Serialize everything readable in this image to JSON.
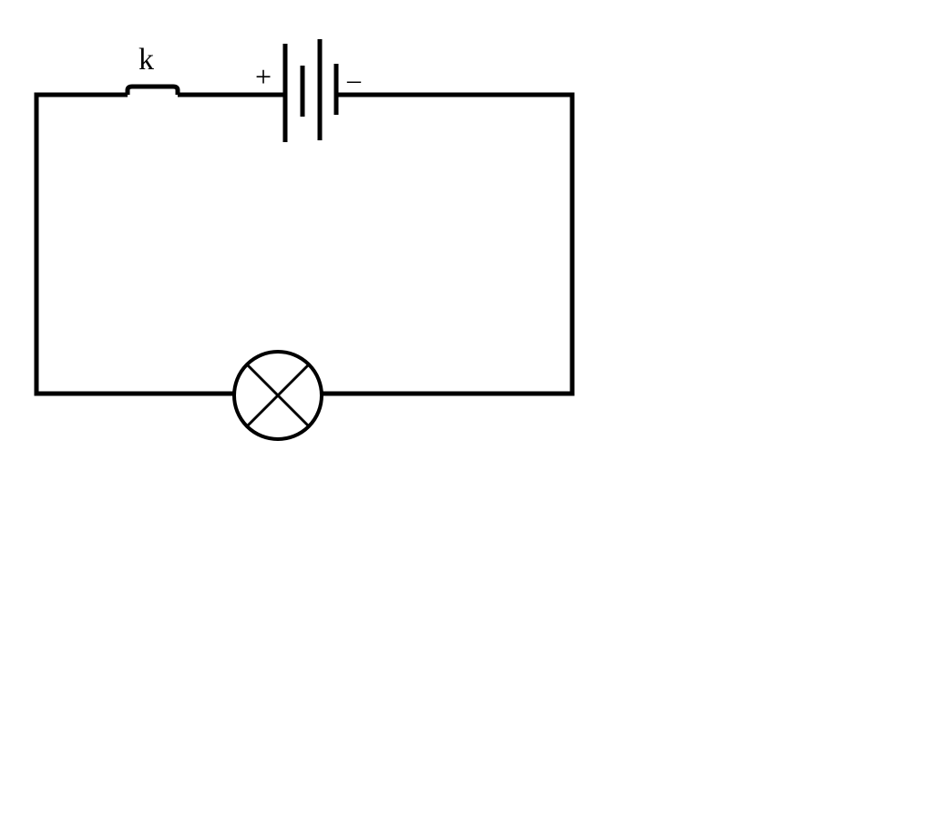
{
  "diagram": {
    "type": "circuit-diagram",
    "components": [
      {
        "kind": "switch",
        "label": "k"
      },
      {
        "kind": "battery",
        "positive_label": "+",
        "negative_label": "–"
      },
      {
        "kind": "lamp"
      }
    ],
    "labels": {
      "switch": "k",
      "battery_positive": "+",
      "battery_negative": "–"
    },
    "colors": {
      "line": "#000000",
      "background": "#ffffff"
    }
  }
}
